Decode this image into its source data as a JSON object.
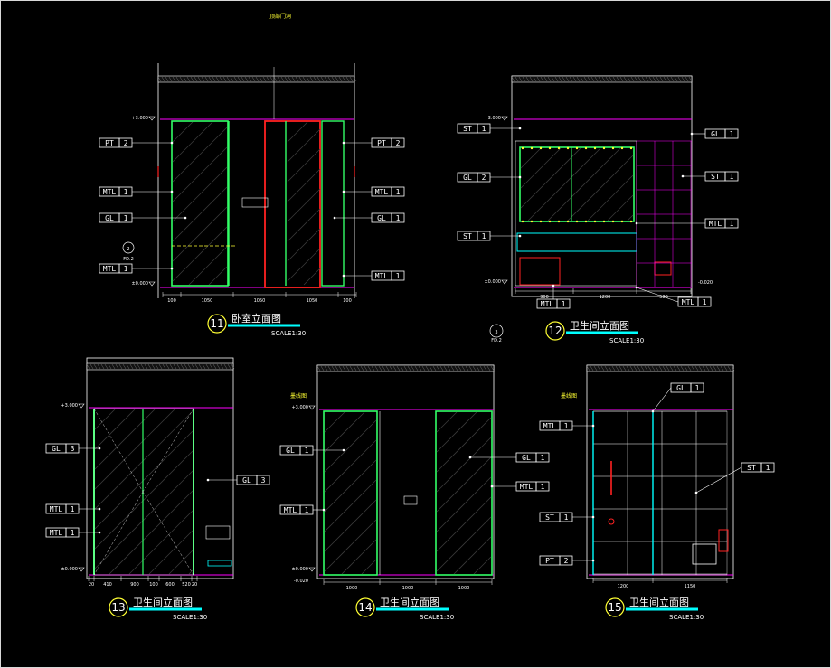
{
  "colors": {
    "bg": "#000000",
    "green": "#33ff66",
    "cyan": "#00ffff",
    "magenta": "#ff00ff",
    "red": "#ff2222",
    "yellow": "#ffff33",
    "white": "#ffffff",
    "gray": "#bbbbbb"
  },
  "e11": {
    "num": "11",
    "title": "卧室立面图",
    "scale": "SCALE1:30",
    "top_label": "顶部门洞",
    "lvl_top": "+3.000",
    "lvl_bot": "±0.000",
    "tags": [
      {
        "c": "PT",
        "n": "2"
      },
      {
        "c": "MTL",
        "n": "1"
      },
      {
        "c": "GL",
        "n": "1"
      },
      {
        "c": "MTL",
        "n": "1"
      },
      {
        "c": "PT",
        "n": "2"
      },
      {
        "c": "MTL",
        "n": "1"
      },
      {
        "c": "GL",
        "n": "1"
      },
      {
        "c": "MTL",
        "n": "1"
      }
    ],
    "dims": [
      "100",
      "1050",
      "1050",
      "1050",
      "100"
    ],
    "section": {
      "n": "2",
      "ref": "FD.2"
    }
  },
  "e12": {
    "num": "12",
    "title": "卫生间立面图",
    "scale": "SCALE1:30",
    "lvl_top": "+3.000",
    "lvl_bot": "±0.000",
    "lvl_fl": "-0.020",
    "tags": [
      {
        "c": "ST",
        "n": "1"
      },
      {
        "c": "GL",
        "n": "2"
      },
      {
        "c": "ST",
        "n": "1"
      },
      {
        "c": "GL",
        "n": "1"
      },
      {
        "c": "ST",
        "n": "1"
      },
      {
        "c": "MTL",
        "n": "1"
      },
      {
        "c": "MTL",
        "n": "1"
      },
      {
        "c": "MTL",
        "n": "1"
      }
    ],
    "dims": [
      "900",
      "1200",
      "580"
    ],
    "section": {
      "n": "3",
      "ref": "FD.2"
    }
  },
  "e13": {
    "num": "13",
    "title": "卫生间立面图",
    "scale": "SCALE1:30",
    "lvl_top": "+3.000",
    "lvl_bot": "±0.000",
    "tags": [
      {
        "c": "GL",
        "n": "3"
      },
      {
        "c": "MTL",
        "n": "1"
      },
      {
        "c": "MTL",
        "n": "1"
      },
      {
        "c": "GL",
        "n": "3"
      }
    ],
    "dims": [
      "20",
      "410",
      "900",
      "100",
      "600",
      "520",
      "20"
    ]
  },
  "e14": {
    "num": "14",
    "title": "卫生间立面图",
    "scale": "SCALE1:30",
    "lvl_top": "+3.000",
    "lvl_bot": "±0.000",
    "lvl_fl": "-0.020",
    "top_label": "墨线图",
    "tags": [
      {
        "c": "GL",
        "n": "1"
      },
      {
        "c": "MTL",
        "n": "1"
      },
      {
        "c": "GL",
        "n": "1"
      },
      {
        "c": "MTL",
        "n": "1"
      }
    ],
    "dims": [
      "1000",
      "1000",
      "1000"
    ]
  },
  "e15": {
    "num": "15",
    "title": "卫生间立面图",
    "scale": "SCALE1:30",
    "top_label": "墨线图",
    "tags": [
      {
        "c": "GL",
        "n": "1"
      },
      {
        "c": "MTL",
        "n": "1"
      },
      {
        "c": "ST",
        "n": "1"
      },
      {
        "c": "ST",
        "n": "1"
      },
      {
        "c": "PT",
        "n": "2"
      }
    ],
    "dims": [
      "1200",
      "1150"
    ]
  }
}
